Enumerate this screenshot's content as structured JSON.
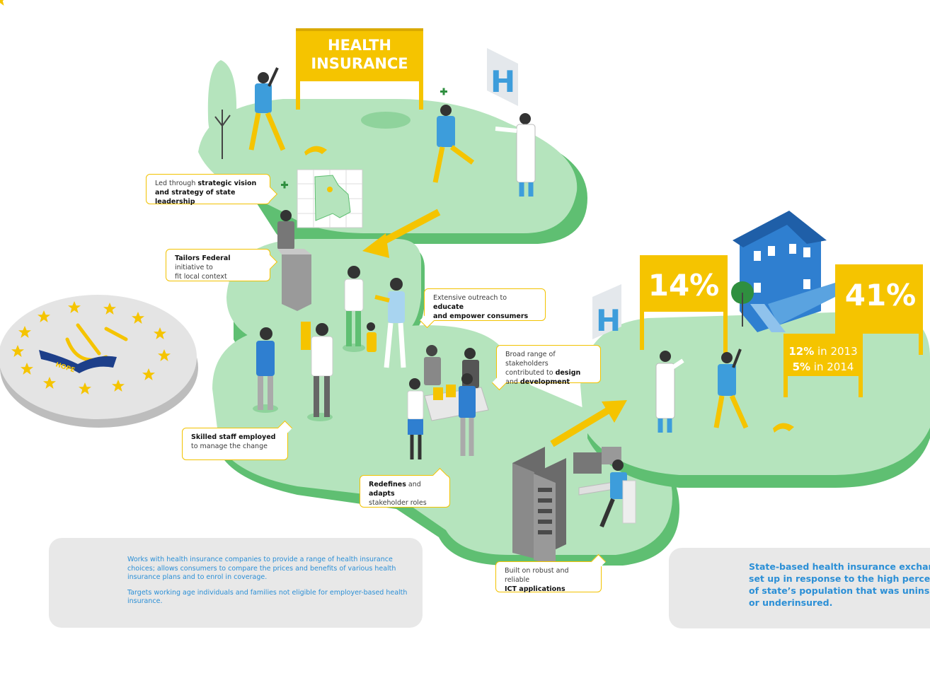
{
  "sign_health_insurance": [
    "HEALTH",
    "INSURANCE"
  ],
  "hospital_letter": "H",
  "stat_left": "14%",
  "stat_right": "41%",
  "stat_sub": [
    {
      "value": "12%",
      "text": " in 2013"
    },
    {
      "value": "5%",
      "text": " in 2014"
    }
  ],
  "seal_ribbon": "HOPE",
  "callouts": {
    "leadership": {
      "pre": "Led through ",
      "bold": "strategic vision",
      "line2_bold": "and strategy of state leadership"
    },
    "federal": {
      "bold": "Tailors Federal",
      "post": " initiative to",
      "line2": "fit local context"
    },
    "outreach": {
      "pre": "Extensive outreach to ",
      "bold": "educate",
      "line2_bold": "and empower consumers"
    },
    "stakeholders": {
      "line1": "Broad range of stakeholders",
      "line2_pre": "contributed to ",
      "line2_bold": "design",
      "line3_pre": "and ",
      "line3_bold": "development"
    },
    "staff": {
      "bold": "Skilled staff employed",
      "line2": "to manage the change"
    },
    "redefines": {
      "bold1": "Redefines",
      "mid": " and ",
      "bold2": "adapts",
      "line2": "stakeholder roles"
    },
    "ict": {
      "line1": "Built on robust and reliable",
      "bold": "ICT applications"
    }
  },
  "info_left": {
    "para1": "Works with health insurance companies to provide a range of health insurance choices; allows consumers to compare the prices and benefits of various health insurance plans and to enrol in coverage.",
    "para2": "Targets working age individuals and families not eligible for employer-based health insurance."
  },
  "info_right": {
    "lines": [
      "State-based health insurance exchange",
      "set up in response to the high percentage",
      "of state’s population that was uninsured",
      "or underinsured."
    ]
  },
  "colors": {
    "path_green": "#b5e4bd",
    "path_edge": "#5fbf72",
    "sign_yellow": "#f5c400",
    "person_blue": "#3d9ddb",
    "info_text_blue": "#2b8fd6",
    "house_blue": "#2f7fd0"
  }
}
